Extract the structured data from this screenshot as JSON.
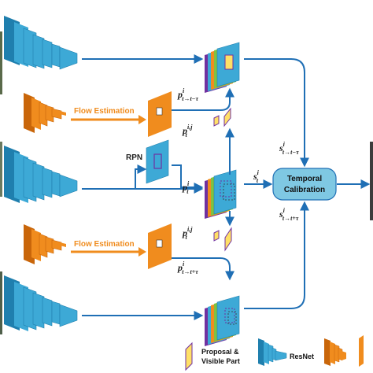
{
  "colors": {
    "resnet": "#3da9d6",
    "resnet_dark": "#1f7fae",
    "flow": "#f08c1e",
    "flow_dark": "#c9660a",
    "arrow": "#1f6fb5",
    "calibration_fill": "#7fc8e3",
    "proposal_box": "#7030a0",
    "flow_text": "#f08c1e"
  },
  "labels": {
    "flow_estimation_top": "Flow Estimation",
    "flow_estimation_bottom": "Flow Estimation",
    "rpn": "RPN",
    "temporal_calibration_line1": "Temporal",
    "temporal_calibration_line2": "Calibration"
  },
  "math": {
    "p_top": {
      "base": "p",
      "sup": "i",
      "sub": "t→t−τ"
    },
    "p_ij_top": {
      "base": "p",
      "sup": "i,j",
      "sub": "t"
    },
    "p_t": {
      "base": "p",
      "sup": "i",
      "sub": "t"
    },
    "p_ij_bottom": {
      "base": "p",
      "sup": "i,j",
      "sub": "t"
    },
    "p_bottom": {
      "base": "p",
      "sup": "i",
      "sub": "t→t+τ"
    },
    "s_top": {
      "base": "s",
      "sup": "i",
      "sub": "t→t−τ"
    },
    "s_mid": {
      "base": "s",
      "sup": "i",
      "sub": "t"
    },
    "s_bottom": {
      "base": "s",
      "sup": "i",
      "sub": "t→t+τ"
    }
  },
  "legend": {
    "proposal_line1": "Proposal &",
    "proposal_line2": "Visible Part",
    "resnet": "ResNet"
  }
}
